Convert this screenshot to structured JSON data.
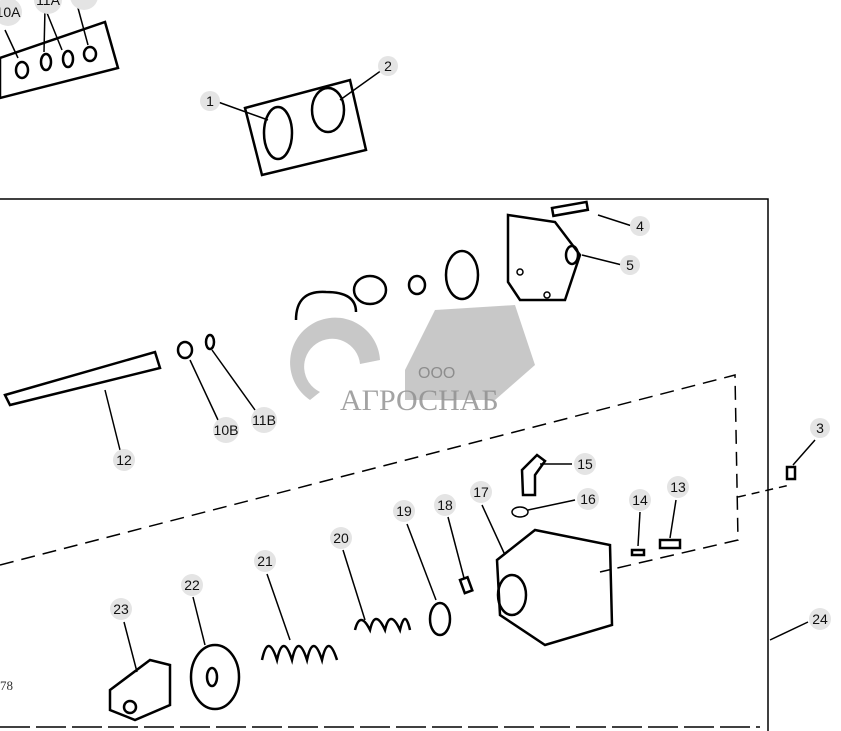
{
  "diagram": {
    "figure_code_fragment": "78",
    "callouts": [
      "10A",
      "11A",
      "1",
      "2",
      "3",
      "4",
      "5",
      "10B",
      "11B",
      "12",
      "13",
      "14",
      "15",
      "16",
      "17",
      "18",
      "19",
      "20",
      "21",
      "22",
      "23",
      "24"
    ],
    "watermark": {
      "prefix": "ООО",
      "name": "АГРОСНАБ"
    }
  }
}
